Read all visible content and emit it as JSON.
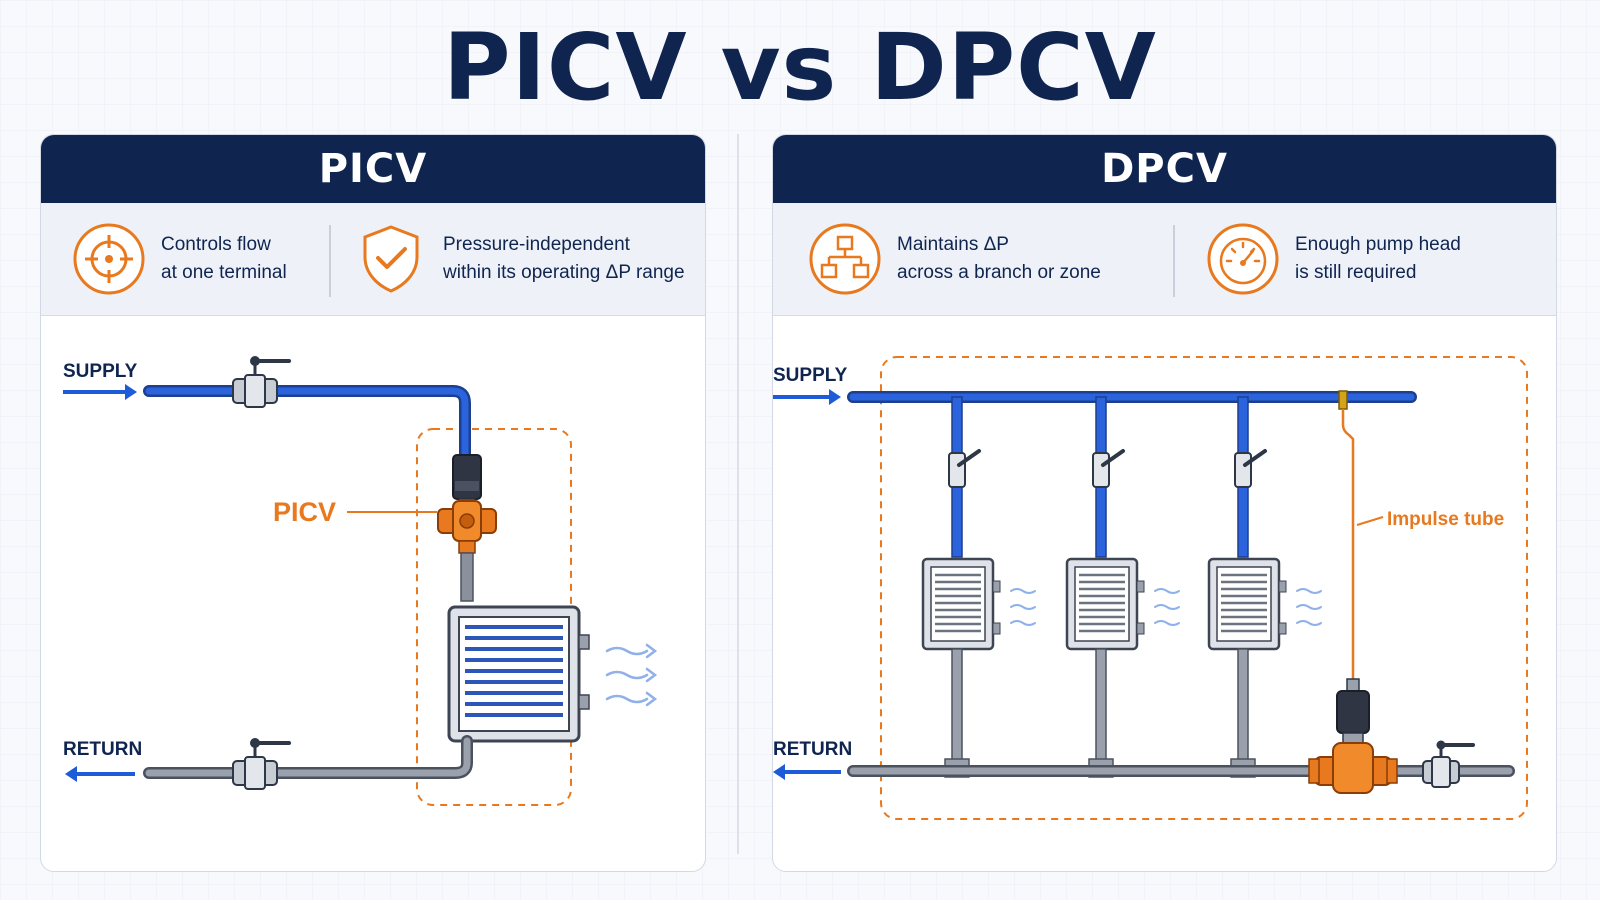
{
  "title": "PICV vs DPCV",
  "colors": {
    "navy": "#0f2550",
    "orange": "#e8791e",
    "blue": "#1d5bd8",
    "grey_pipe": "#8a919d"
  },
  "left": {
    "header": "PICV",
    "features": [
      {
        "icon": "target-icon",
        "line1": "Controls flow",
        "line2": "at one terminal"
      },
      {
        "icon": "shield-check-icon",
        "line1": "Pressure-independent",
        "line2": "within its operating ΔP range"
      }
    ],
    "diagram": {
      "supply_label": "SUPPLY",
      "return_label": "RETURN",
      "valve_label": "PICV"
    }
  },
  "right": {
    "header": "DPCV",
    "features": [
      {
        "icon": "hierarchy-icon",
        "line1": "Maintains ΔP",
        "line2": "across a branch or zone"
      },
      {
        "icon": "gauge-icon",
        "line1": "Enough pump head",
        "line2": "is still required"
      }
    ],
    "diagram": {
      "supply_label": "SUPPLY",
      "return_label": "RETURN",
      "impulse_label": "Impulse tube"
    }
  }
}
